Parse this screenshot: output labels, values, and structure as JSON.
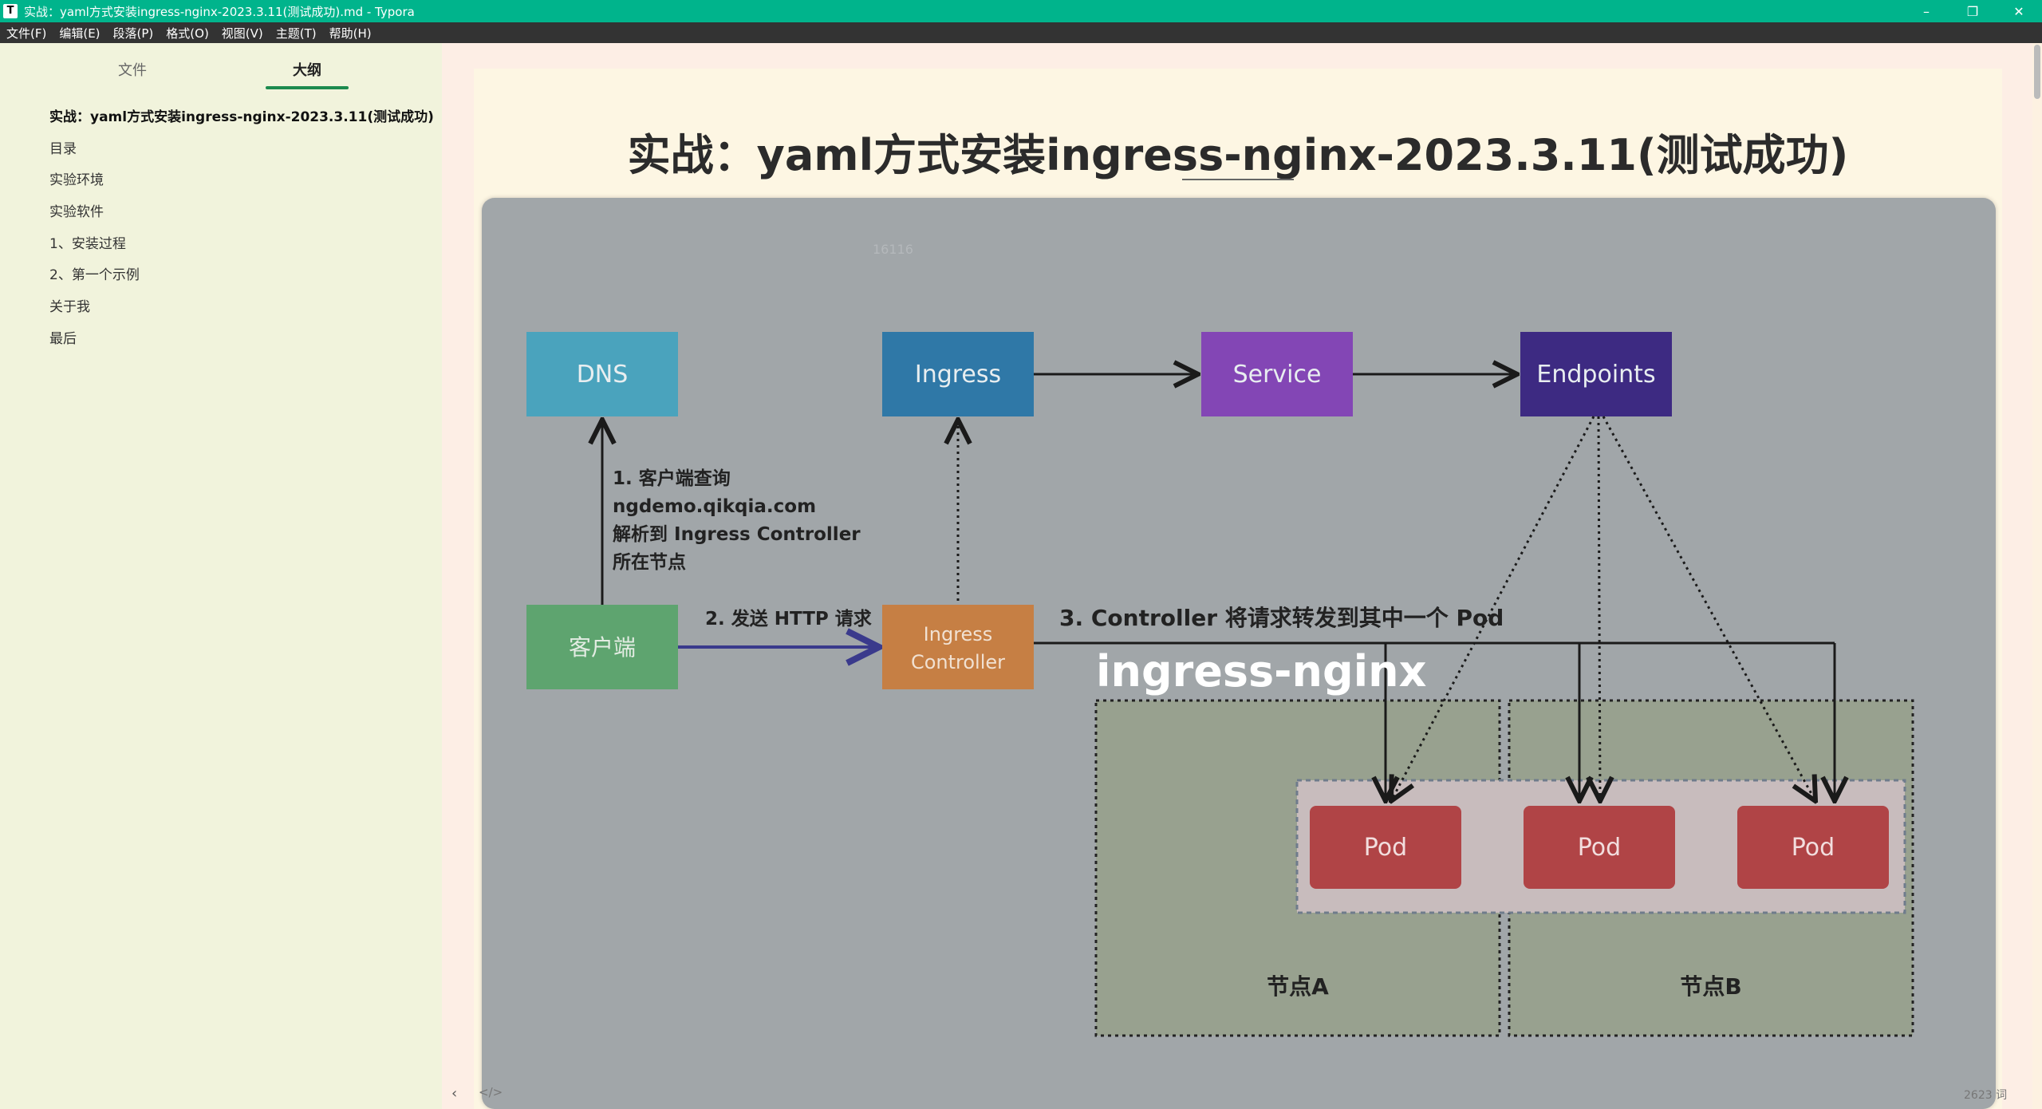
{
  "window": {
    "title": "实战：yaml方式安装ingress-nginx-2023.3.11(测试成功).md - Typora",
    "app_icon": "T",
    "minimize": "–",
    "maximize": "❐",
    "close": "✕"
  },
  "menu": [
    "文件(F)",
    "编辑(E)",
    "段落(P)",
    "格式(O)",
    "视图(V)",
    "主题(T)",
    "帮助(H)"
  ],
  "sidebar": {
    "tab_files": "文件",
    "tab_outline": "大纲",
    "outline": [
      "实战：yaml方式安装ingress-nginx-2023.3.11(测试成功)",
      "目录",
      "实验环境",
      "实验软件",
      "1、安装过程",
      "2、第一个示例",
      "关于我",
      "最后"
    ]
  },
  "document": {
    "title": "实战：yaml方式安装ingress-nginx-2023.3.11(测试成功)"
  },
  "diagram": {
    "watermark": "16116",
    "dns": "DNS",
    "ingress": "Ingress",
    "service": "Service",
    "endpoints": "Endpoints",
    "client": "客户端",
    "controller_line1": "Ingress",
    "controller_line2": "Controller",
    "step1_line1": "1. 客户端查询",
    "step1_line2": "ngdemo.qikqia.com",
    "step1_line3": "解析到 Ingress Controller",
    "step1_line4": "所在节点",
    "step2": "2. 发送 HTTP 请求",
    "step3": "3. Controller 将请求转发到其中一个 Pod",
    "ingress_nginx": "ingress-nginx",
    "pod": "Pod",
    "node_a": "节点A",
    "node_b": "节点B",
    "colors": {
      "dns": "#4aa3bd",
      "ingress": "#2f78a7",
      "service": "#8346b5",
      "endpoints": "#3d2a82",
      "client": "#5ea46f",
      "controller": "#c67f44",
      "pod": "#b04446",
      "node": "#98a18f"
    }
  },
  "status": {
    "collapse": "‹",
    "source_mode": "</>",
    "word_count": "2623 词"
  }
}
